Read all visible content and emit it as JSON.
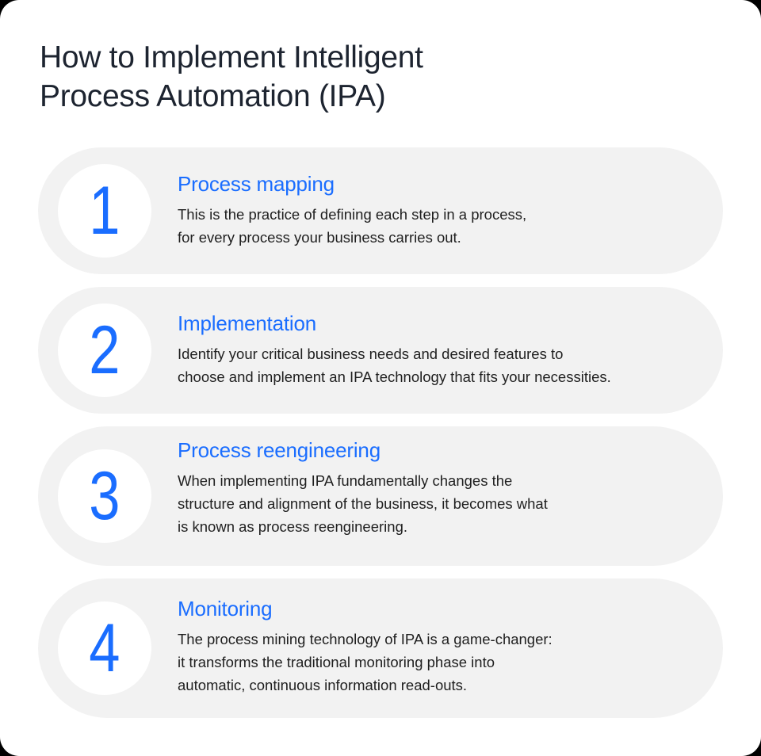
{
  "title": {
    "lines": [
      "How to Implement Intelligent",
      "Process Automation (IPA)"
    ]
  },
  "colors": {
    "accent": "#1a6dff",
    "title_text": "#1d2430",
    "body_text": "#1f1f1f",
    "card_background": "#f2f2f2",
    "circle_background": "#ffffff",
    "page_background": "#ffffff",
    "outer_background": "#000000"
  },
  "steps": [
    {
      "number": "1",
      "heading": "Process mapping",
      "body_lines": [
        "This is the practice of defining each step in a process,",
        "for every process your business carries out."
      ]
    },
    {
      "number": "2",
      "heading": "Implementation",
      "body_lines": [
        "Identify your critical business needs and desired features to",
        "choose and implement an IPA technology that fits your necessities."
      ]
    },
    {
      "number": "3",
      "heading": "Process reengineering",
      "body_lines": [
        "When implementing IPA fundamentally changes the",
        "structure and alignment of the business, it becomes what",
        "is known as process reengineering."
      ]
    },
    {
      "number": "4",
      "heading": "Monitoring",
      "body_lines": [
        "The process mining technology of IPA is a game-changer:",
        "it transforms the traditional monitoring phase into",
        "automatic, continuous information read-outs."
      ]
    }
  ]
}
